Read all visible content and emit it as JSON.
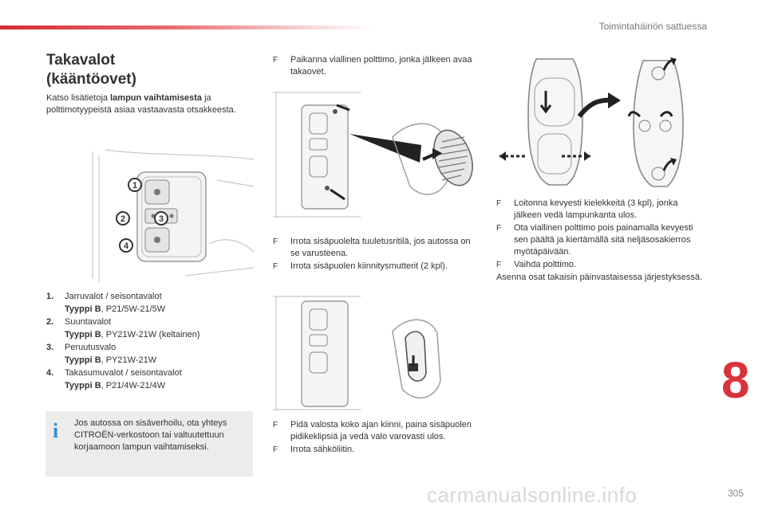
{
  "header": {
    "section_title": "Toimintahäiriön sattuessa"
  },
  "main": {
    "title_line1": "Takavalot",
    "title_line2": "(kääntöovet)",
    "intro_pre": "Katso lisätietoja ",
    "intro_bold": "lampun vaihtamisesta",
    "intro_post": " ja polttimotyypeistä asiaa vastaavasta otsakkeesta."
  },
  "figure_callouts": [
    "1",
    "2",
    "3",
    "4"
  ],
  "legend": [
    {
      "num": "1.",
      "name": "Jarruvalot / seisontavalot",
      "type_label": "Tyyppi B",
      "type_value": ", P21/5W-21/5W"
    },
    {
      "num": "2.",
      "name": "Suuntavalot",
      "type_label": "Tyyppi B",
      "type_value": ", PY21W-21W (keltainen)"
    },
    {
      "num": "3.",
      "name": "Peruutusvalo",
      "type_label": "Tyyppi B",
      "type_value": ", PY21W-21W"
    },
    {
      "num": "4.",
      "name": "Takasumuvalot / seisontavalot",
      "type_label": "Tyyppi B",
      "type_value": ", P21/4W-21/4W"
    }
  ],
  "info": {
    "icon": "info-icon",
    "text": "Jos autossa on sisäverhoilu, ota yhteys CITROËN-verkostoon tai valtuutettuun korjaamoon lampun vaihtamiseksi."
  },
  "steps_col2_top": [
    {
      "bullet": "F",
      "text": "Paikanna viallinen polttimo, jonka jälkeen avaa takaovet."
    }
  ],
  "steps_col2_mid": [
    {
      "bullet": "F",
      "text": "Irrota sisäpuolelta tuuletusritilä, jos autossa on se varusteena."
    },
    {
      "bullet": "F",
      "text": "Irrota sisäpuolen kiinnitysmutterit (2 kpl)."
    }
  ],
  "steps_col2_bottom": [
    {
      "bullet": "F",
      "text": "Pidä valosta koko ajan kiinni, paina sisäpuolen pidikeklipsiä ja vedä valo varovasti ulos."
    },
    {
      "bullet": "F",
      "text": "Irrota sähköliitin."
    }
  ],
  "steps_col3": [
    {
      "bullet": "F",
      "text": "Loitonna kevyesti kielekkeitä (3 kpl), jonka jälkeen vedä lampunkanta ulos."
    },
    {
      "bullet": "F",
      "text": "Ota viallinen polttimo pois painamalla kevyesti sen päältä ja kiertämällä sitä neljäsosakierros myötäpäivään."
    },
    {
      "bullet": "F",
      "text": "Vaihda polttimo."
    }
  ],
  "closing": "Asenna osat takaisin päinvastaisessa järjestyksessä.",
  "chapter_number": "8",
  "page_number": "305",
  "watermark": "carmanualsonline.info",
  "colors": {
    "accent": "#d8333b",
    "info_icon": "#2f8fd8",
    "info_bg": "#ececec"
  }
}
